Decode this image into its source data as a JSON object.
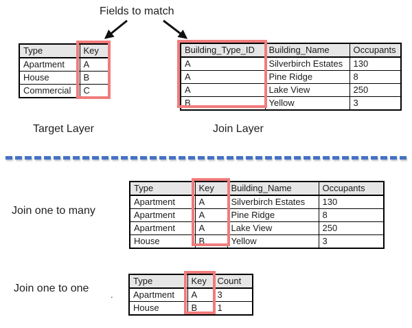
{
  "title": "Fields to match",
  "stray_mark": ".",
  "colors": {
    "highlight_red": "#f07c7c",
    "header_gray": "#e7e6e6",
    "divider_blue": "#4472c4",
    "table_border": "#000000"
  },
  "target_layer": {
    "label": "Target Layer",
    "table": {
      "type": "table",
      "headers": [
        "Type",
        "Key"
      ],
      "rows": [
        [
          "Apartment",
          "A"
        ],
        [
          "House",
          "B"
        ],
        [
          "Commercial",
          "C"
        ]
      ],
      "highlighted_column": "Key"
    }
  },
  "join_layer": {
    "label": "Join Layer",
    "table": {
      "type": "table",
      "headers": [
        "Building_Type_ID",
        "Building_Name",
        "Occupants"
      ],
      "rows": [
        [
          "A",
          "Silverbirch Estates",
          "130"
        ],
        [
          "A",
          "Pine Ridge",
          "8"
        ],
        [
          "A",
          "Lake View",
          "250"
        ],
        [
          "B",
          "Yellow",
          "3"
        ]
      ],
      "highlighted_column": "Building_Type_ID"
    }
  },
  "join_one_to_many": {
    "label": "Join one to many",
    "table": {
      "type": "table",
      "headers": [
        "Type",
        "Key",
        "Building_Name",
        "Occupants"
      ],
      "rows": [
        [
          "Apartment",
          "A",
          "Silverbirch Estates",
          "130"
        ],
        [
          "Apartment",
          "A",
          "Pine Ridge",
          "8"
        ],
        [
          "Apartment",
          "A",
          "Lake View",
          "250"
        ],
        [
          "House",
          "B",
          "Yellow",
          "3"
        ]
      ],
      "highlighted_column": "Key"
    }
  },
  "join_one_to_one": {
    "label": "Join one to one",
    "table": {
      "type": "table",
      "headers": [
        "Type",
        "Key",
        "Count"
      ],
      "rows": [
        [
          "Apartment",
          "A",
          "3"
        ],
        [
          "House",
          "B",
          "1"
        ]
      ],
      "highlighted_column": "Key"
    }
  }
}
